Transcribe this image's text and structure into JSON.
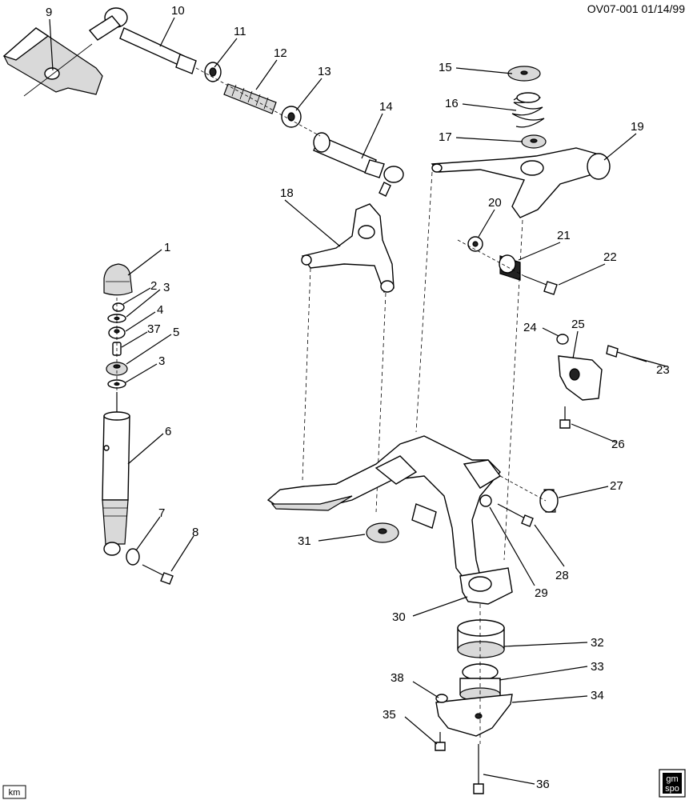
{
  "header": {
    "code": "OV07-001 01/14/99"
  },
  "footer": {
    "left_mark": "km",
    "logo_line1": "gm",
    "logo_line2": "spo"
  },
  "callouts": {
    "c1": "1",
    "c2": "2",
    "c3a": "3",
    "c3b": "3",
    "c4": "4",
    "c5": "5",
    "c6": "6",
    "c7": "7",
    "c8": "8",
    "c9": "9",
    "c10": "10",
    "c11": "11",
    "c12": "12",
    "c13": "13",
    "c14": "14",
    "c15": "15",
    "c16": "16",
    "c17": "17",
    "c18": "18",
    "c19": "19",
    "c20": "20",
    "c21": "21",
    "c22": "22",
    "c23": "23",
    "c24": "24",
    "c25": "25",
    "c26": "26",
    "c27": "27",
    "c28": "28",
    "c29": "29",
    "c30": "30",
    "c31": "31",
    "c32": "32",
    "c33": "33",
    "c34": "34",
    "c35": "35",
    "c36": "36",
    "c37": "37",
    "c38": "38"
  }
}
